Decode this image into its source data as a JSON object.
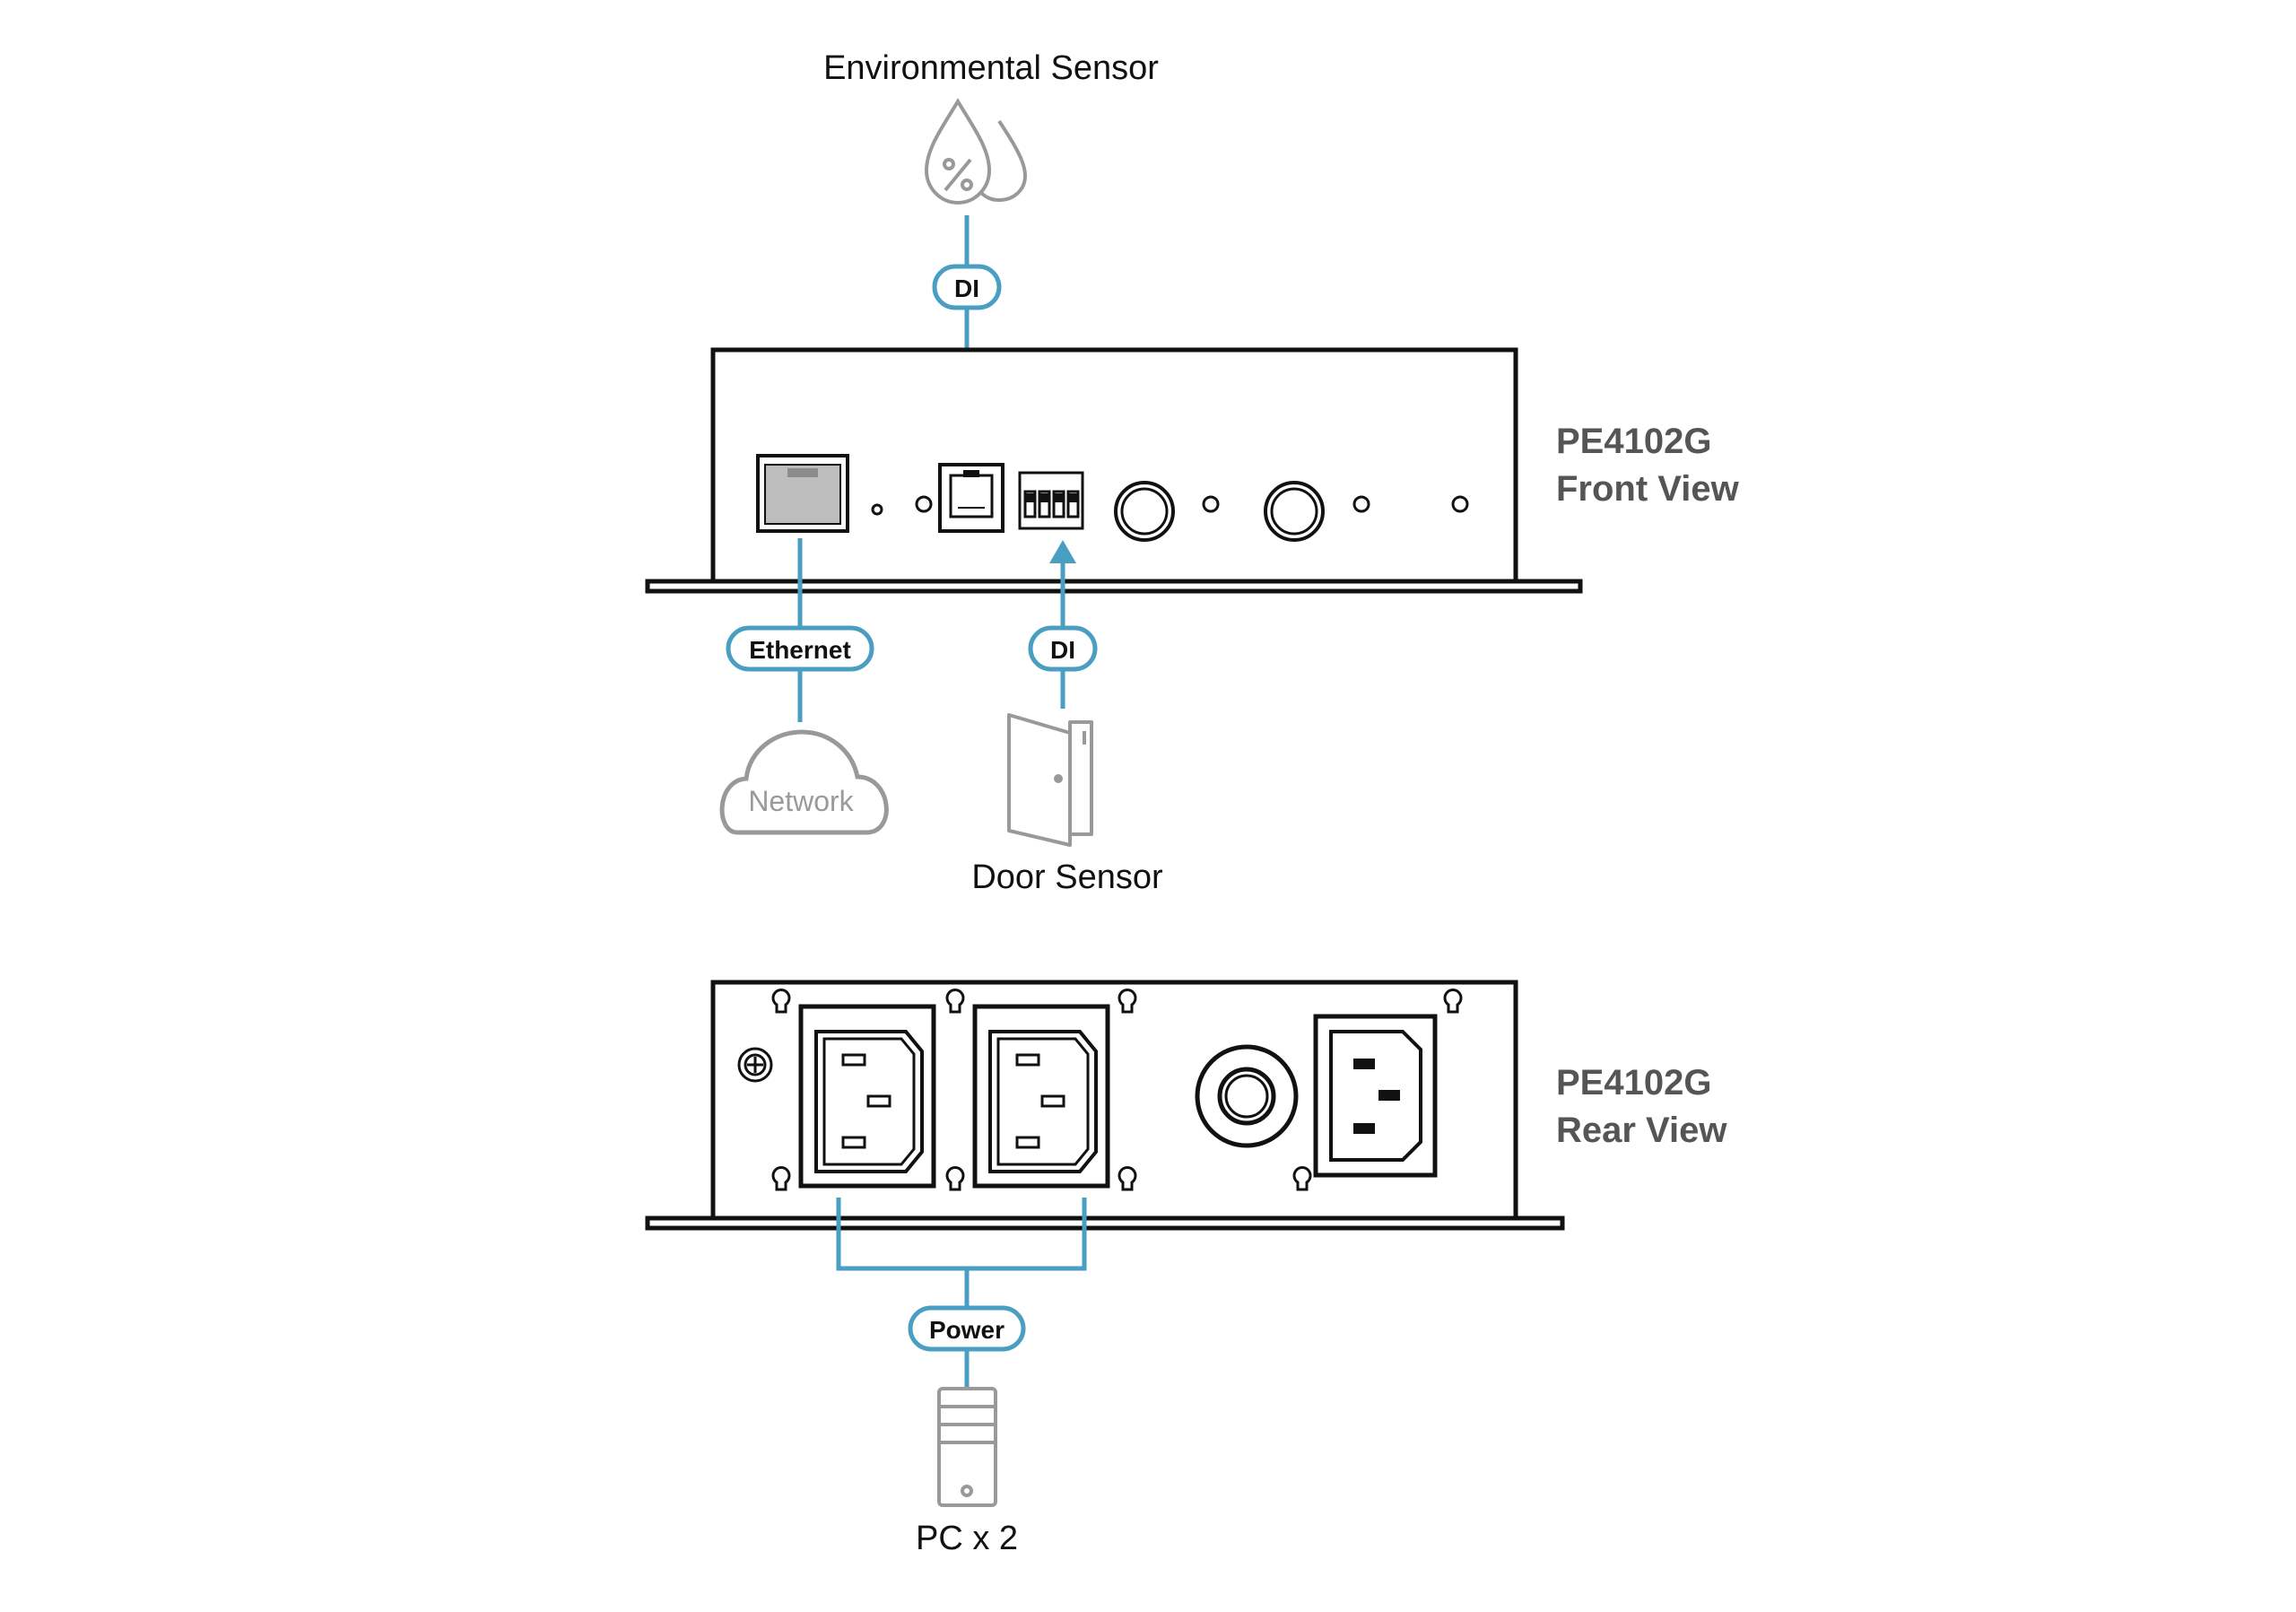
{
  "sensors": {
    "environmental": "Environmental Sensor",
    "door": "Door Sensor"
  },
  "connectors": {
    "di_top": "DI",
    "di_bottom": "DI",
    "ethernet": "Ethernet",
    "power": "Power"
  },
  "network": "Network",
  "front_view": {
    "model": "PE4102G",
    "caption": "Front View"
  },
  "rear_view": {
    "model": "PE4102G",
    "caption": "Rear View"
  },
  "pc": "PC x 2",
  "colors": {
    "connector": "#4a9ec2",
    "device": "#111111",
    "icon": "#999999",
    "view_label": "#555555"
  },
  "icons": [
    "water-drop-percent-icon",
    "cloud-icon",
    "door-icon",
    "pc-tower-icon",
    "rj45-port-icon",
    "dip-switch-icon",
    "ground-icon",
    "iec-outlet-icon",
    "iec-inlet-icon",
    "circuit-breaker-icon",
    "mounting-hole-icon"
  ]
}
